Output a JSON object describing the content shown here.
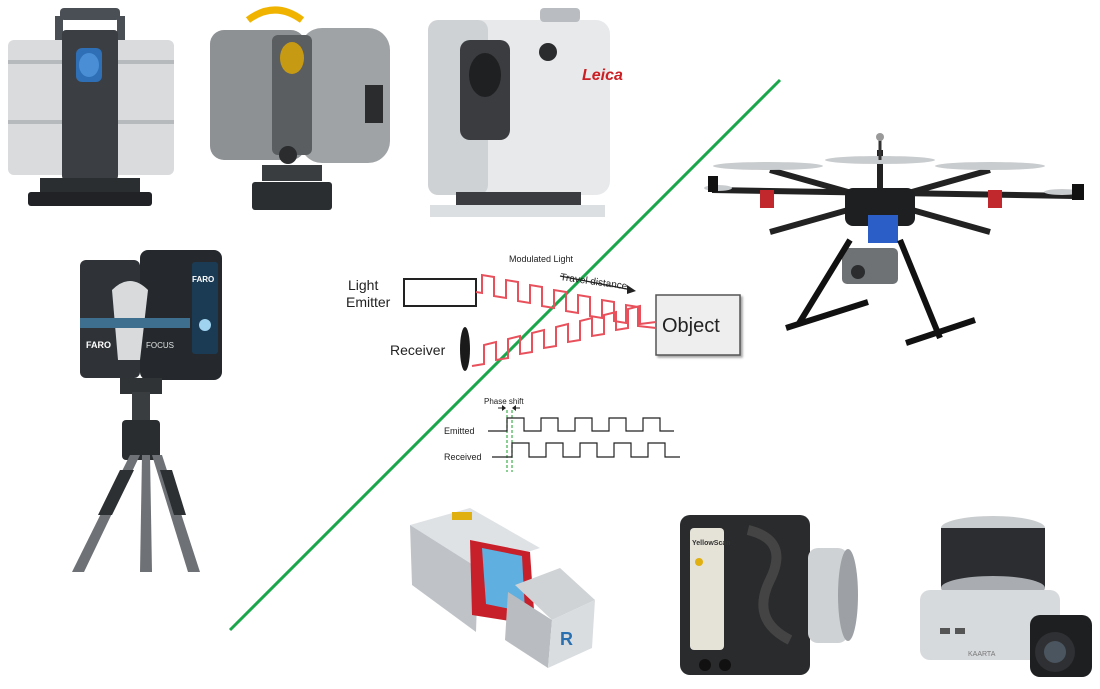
{
  "diagram": {
    "labels": {
      "light_emitter_line1": "Light",
      "light_emitter_line2": "Emitter",
      "receiver": "Receiver",
      "modulated_light": "Modulated Light",
      "travel_distance": "Travel distance",
      "object": "Object",
      "phase_shift": "Phase shift",
      "emitted": "Emitted",
      "received": "Received"
    },
    "brand_marks": {
      "leica": "Leica",
      "faro": "FARO",
      "focus": "FOCUS",
      "yellowscan": "YellowScan",
      "kaarta": "KAARTA"
    },
    "colors": {
      "divider_line": "#1aa64a",
      "wave": "#e8505b",
      "phase_guides": "#3cb04a"
    }
  }
}
